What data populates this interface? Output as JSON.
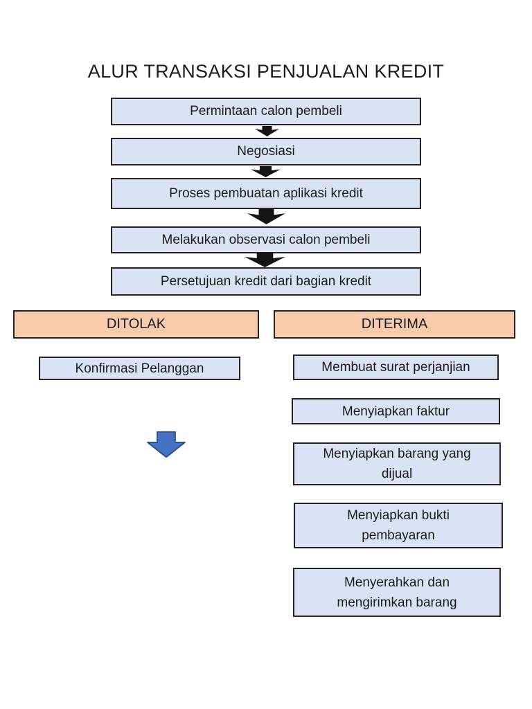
{
  "title": "ALUR TRANSAKSI PENJUALAN KREDIT",
  "colors": {
    "box_fill": "#dae3f3",
    "box_border": "#242424",
    "branch_fill": "#f8cbad",
    "arrow_black": "#141414",
    "arrow_blue_fill": "#4472c4",
    "arrow_blue_border": "#2f528f"
  },
  "flow": {
    "steps": [
      {
        "label": "Permintaan calon pembeli"
      },
      {
        "label": "Negosiasi"
      },
      {
        "label": "Proses pembuatan aplikasi kredit"
      },
      {
        "label": "Melakukan observasi calon pembeli"
      },
      {
        "label": "Persetujuan kredit dari bagian kredit"
      }
    ]
  },
  "branches": {
    "rejected": {
      "header": "DITOLAK",
      "steps": [
        {
          "label": "Konfirmasi Pelanggan"
        }
      ]
    },
    "accepted": {
      "header": "DITERIMA",
      "steps": [
        {
          "label": "Membuat surat perjanjian"
        },
        {
          "label": "Menyiapkan faktur"
        },
        {
          "label": "Menyiapkan barang yang dijual"
        },
        {
          "label": "Menyiapkan bukti pembayaran"
        },
        {
          "label": "Menyerahkan dan mengirimkan barang"
        }
      ]
    }
  }
}
